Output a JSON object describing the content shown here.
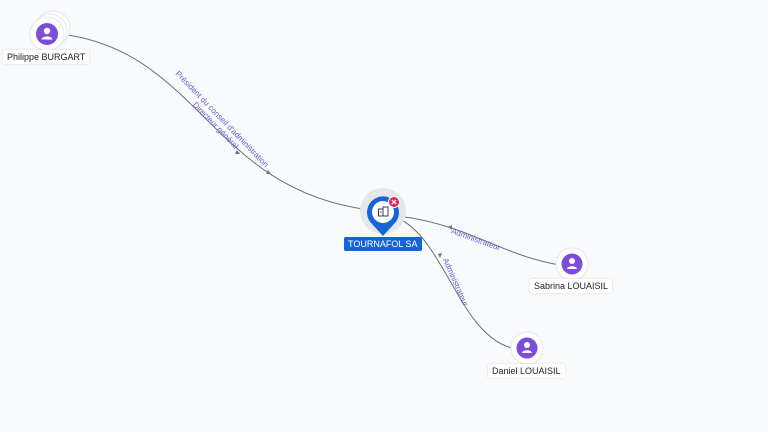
{
  "nodes": {
    "philippe": {
      "label": "Philippe BURGART",
      "icon": "person-icon",
      "kind": "person"
    },
    "company": {
      "label": "TOURNAFOL SA",
      "icon": "building-icon",
      "kind": "company"
    },
    "sabrina": {
      "label": "Sabrina LOUAISIL",
      "icon": "person-icon",
      "kind": "person"
    },
    "daniel": {
      "label": "Daniel LOUAISIL",
      "icon": "person-icon",
      "kind": "person"
    }
  },
  "edges": {
    "philippe_company": {
      "line1": "Président du conseil d'administration",
      "line2": "Directeur général"
    },
    "sabrina_company": {
      "label": "Administrateur"
    },
    "daniel_company": {
      "label": "Administrateur"
    }
  },
  "colors": {
    "person": "#7c4ddb",
    "company": "#1565d8",
    "edge_label": "#6d5bd0",
    "badge": "#e1245a"
  }
}
